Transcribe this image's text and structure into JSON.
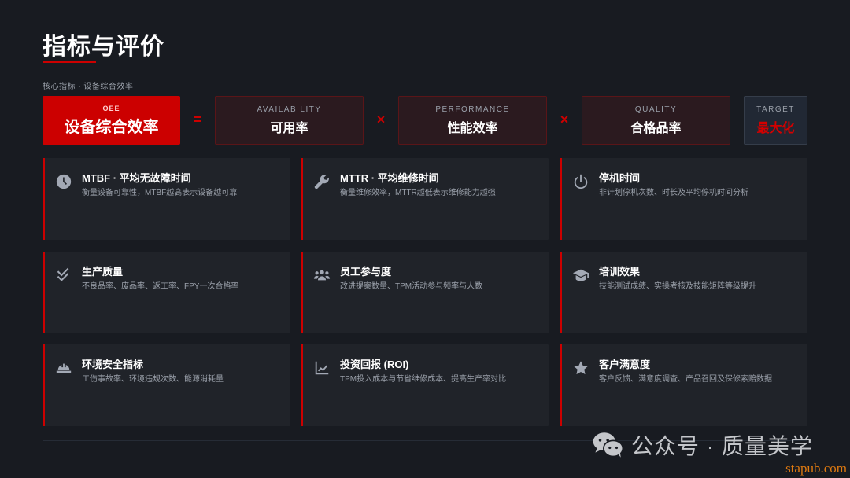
{
  "page": {
    "title": "指标与评价",
    "section_label": "核心指标 · 设备综合效率"
  },
  "formula": {
    "oee": {
      "sub": "OEE",
      "main": "设备综合效率"
    },
    "equals": "=",
    "times": "×",
    "availability": {
      "sub": "AVAILABILITY",
      "main": "可用率"
    },
    "performance": {
      "sub": "PERFORMANCE",
      "main": "性能效率"
    },
    "quality": {
      "sub": "QUALITY",
      "main": "合格品率"
    },
    "target": {
      "sub": "TARGET",
      "main": "最大化"
    }
  },
  "cards": [
    {
      "icon": "clock-icon",
      "title": "MTBF · 平均无故障时间",
      "desc": "衡量设备可靠性，MTBF越高表示设备越可靠"
    },
    {
      "icon": "wrench-icon",
      "title": "MTTR · 平均维修时间",
      "desc": "衡量维修效率，MTTR越低表示维修能力越强"
    },
    {
      "icon": "power-icon",
      "title": "停机时间",
      "desc": "非计划停机次数、时长及平均停机时间分析"
    },
    {
      "icon": "double-check-icon",
      "title": "生产质量",
      "desc": "不良品率、废品率、返工率、FPY一次合格率"
    },
    {
      "icon": "users-icon",
      "title": "员工参与度",
      "desc": "改进提案数量、TPM活动参与频率与人数"
    },
    {
      "icon": "graduation-cap-icon",
      "title": "培训效果",
      "desc": "技能测试成绩、实操考核及技能矩阵等级提升"
    },
    {
      "icon": "hard-hat-icon",
      "title": "环境安全指标",
      "desc": "工伤事故率、环境违规次数、能源消耗量"
    },
    {
      "icon": "line-chart-icon",
      "title": "投资回报 (ROI)",
      "desc": "TPM投入成本与节省维修成本、提高生产率对比"
    },
    {
      "icon": "star-icon",
      "title": "客户满意度",
      "desc": "客户反馈、满意度调查、产品召回及保修索赔数据"
    }
  ],
  "watermark": {
    "text": "公众号 · 质量美学",
    "site": "stapub.com"
  },
  "colors": {
    "accent": "#cc0000",
    "background": "#181b21",
    "card": "#202329",
    "factor_bg": "#2b1a1f",
    "target_bg": "#212834"
  }
}
